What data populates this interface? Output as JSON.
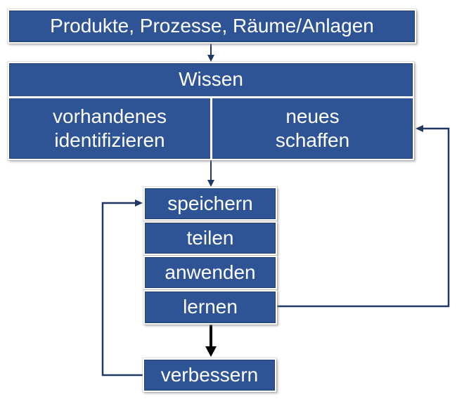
{
  "colors": {
    "box_fill": "#2F5496",
    "box_border": "#FFFFFF",
    "box_text": "#FFFFFF",
    "connector_line": "#1F3864",
    "improve_arrow": "#000000",
    "background": "#FFFFFF"
  },
  "nodes": {
    "source": "Produkte, Prozesse, Räume/Anlagen",
    "wissen": {
      "title": "Wissen",
      "left": [
        "vorhandenes",
        "identifizieren"
      ],
      "right": [
        "neues",
        "schaffen"
      ]
    },
    "steps": [
      "speichern",
      "teilen",
      "anwenden",
      "lernen"
    ],
    "improve": "verbessern"
  }
}
